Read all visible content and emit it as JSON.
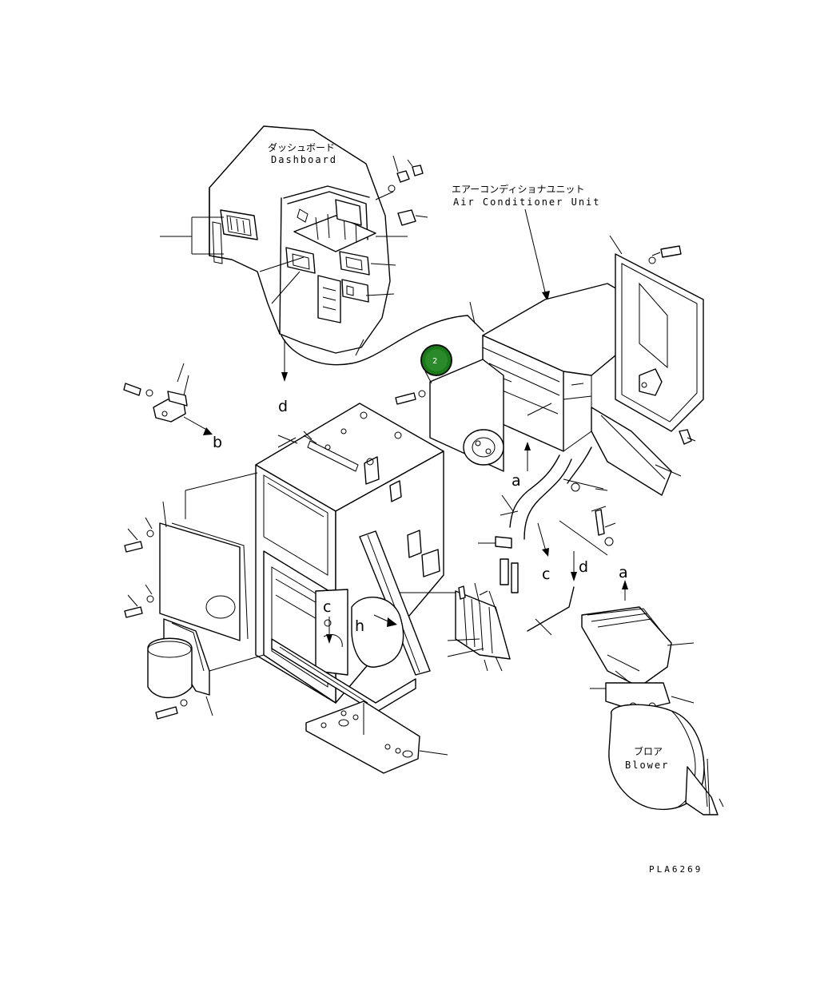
{
  "labels": {
    "dashboard_jp": "ダッシュボード",
    "dashboard_en": "Dashboard",
    "aircon_jp": "エアーコンディショナユニット",
    "aircon_en": "Air Conditioner Unit",
    "blower_jp": "ブロア",
    "blower_en": "Blower",
    "drawing_code": "PLA6269"
  },
  "connectors": {
    "a1": "a",
    "a2": "a",
    "b1": "b",
    "c1": "c",
    "c2": "c",
    "d1": "d",
    "d2": "d",
    "h1": "h"
  },
  "callout": {
    "number": "2",
    "color": "#1a7a1a"
  }
}
